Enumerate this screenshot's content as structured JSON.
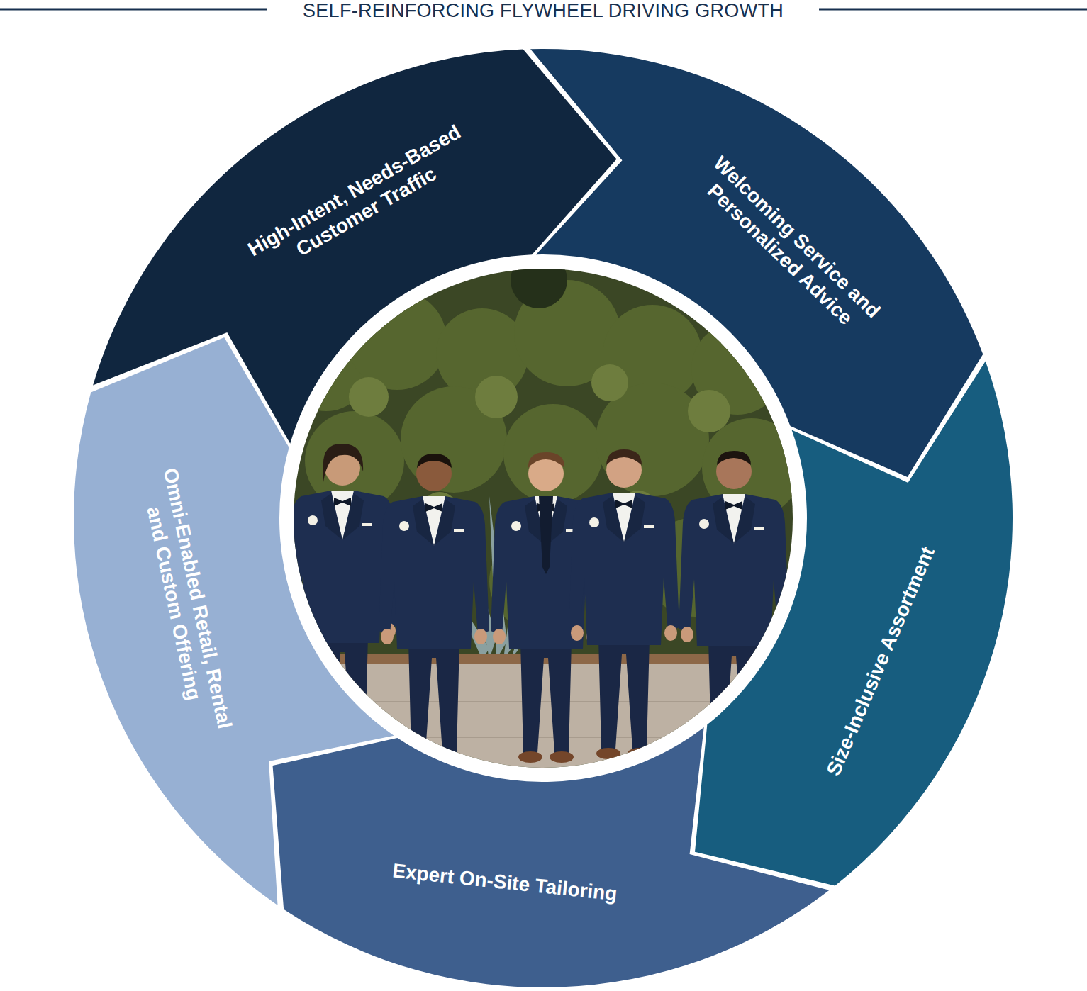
{
  "diagram": {
    "title": "SELF-REINFORCING FLYWHEEL DRIVING GROWTH",
    "nodes": [
      {
        "text": [
          "High-Intent, Needs-Based Customer Traffic"
        ]
      },
      {
        "text": [
          "Welcoming Service and Personalized Advice"
        ]
      },
      {
        "text": [
          "Size-Inclusive Assortment"
        ]
      },
      {
        "text": [
          "Expert On-Site Tailoring"
        ]
      },
      {
        "text": [
          "Omni-Enabled Retail, Rental and Custom Offering"
        ]
      }
    ]
  }
}
